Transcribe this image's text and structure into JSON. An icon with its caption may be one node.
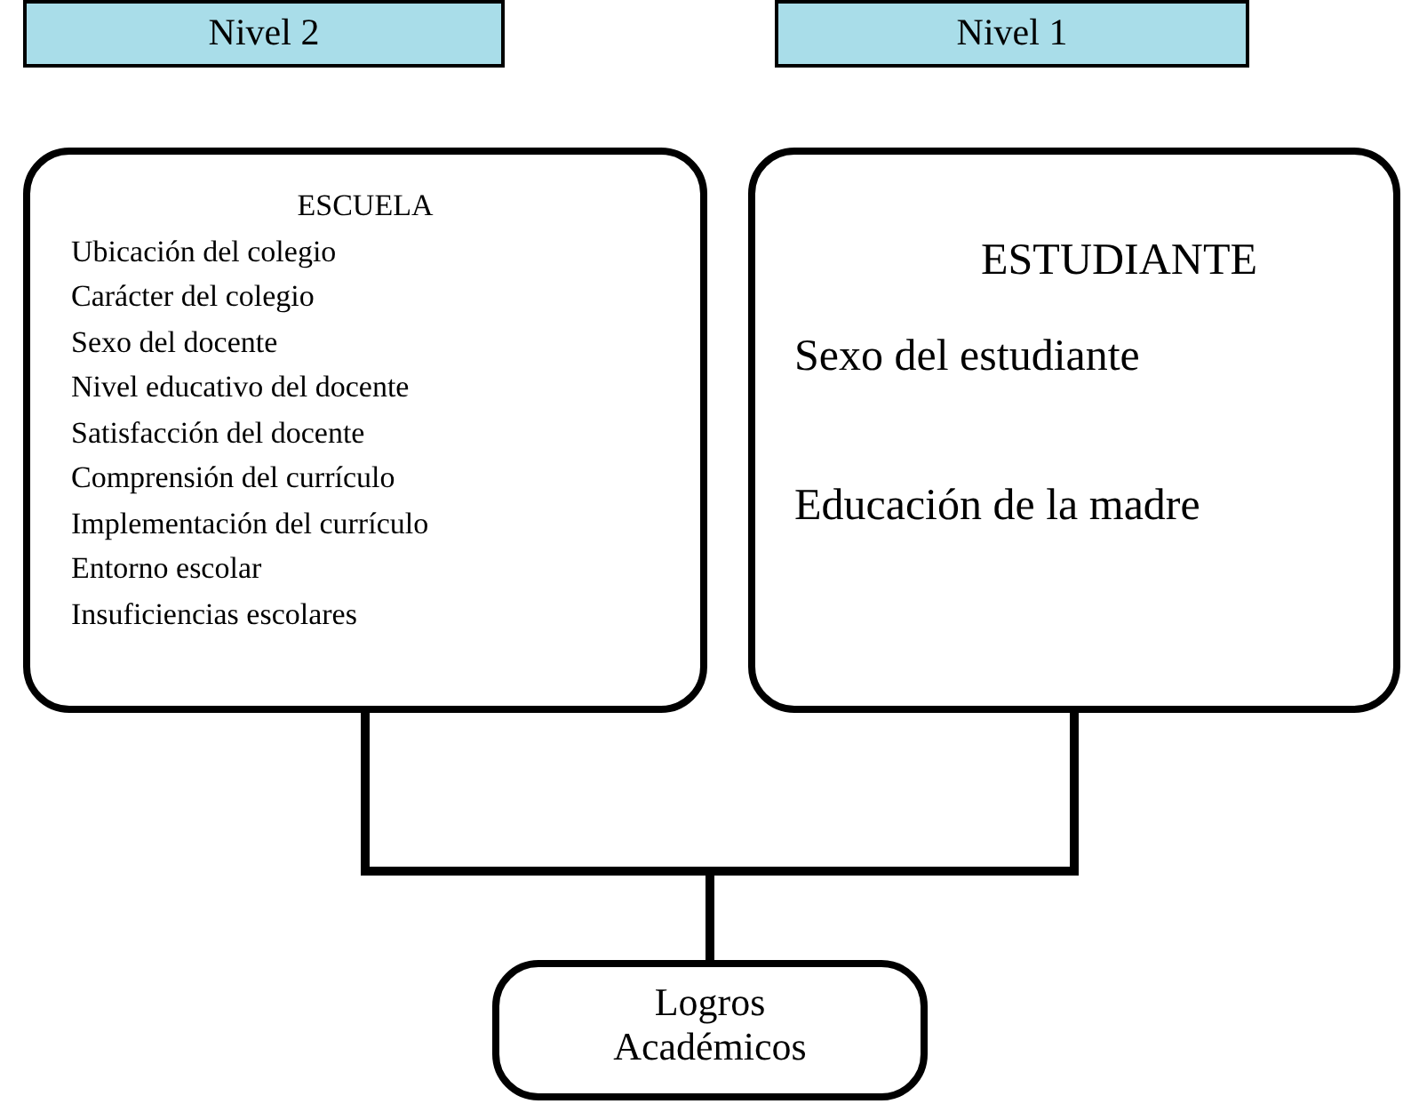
{
  "diagram": {
    "nodes": [
      {
        "text": [
          "Nivel 2"
        ]
      },
      {
        "text": [
          "Nivel 1"
        ]
      },
      {
        "text": [
          "ESCUELA",
          "Ubicación del colegio",
          "Carácter del colegio",
          "Sexo del docente",
          "Nivel educativo del docente",
          "Satisfacción del docente",
          "Comprensión del currículo",
          "Implementación del currículo",
          "Entorno escolar",
          "Insuficiencias escolares"
        ]
      },
      {
        "text": [
          "ESTUDIANTE",
          "Sexo del estudiante",
          "Educación de la madre"
        ]
      },
      {
        "text": [
          "Logros Académicos"
        ]
      }
    ],
    "edges": [
      {
        "from": 2,
        "to": 4,
        "arrow": "none"
      },
      {
        "from": 3,
        "to": 4,
        "arrow": "none"
      }
    ]
  }
}
